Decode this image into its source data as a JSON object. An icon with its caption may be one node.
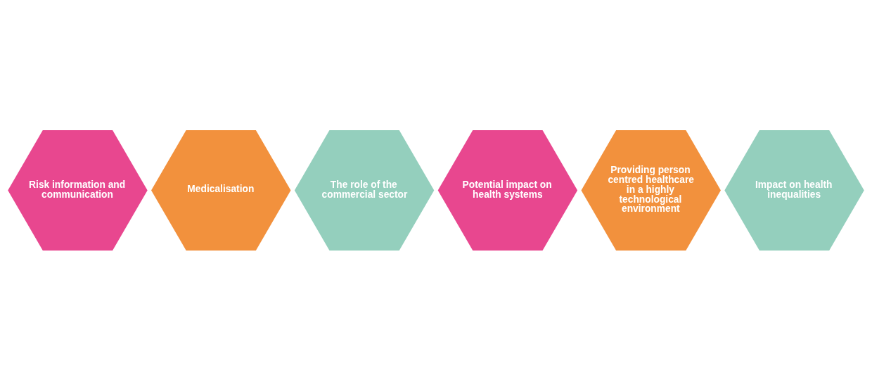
{
  "diagram": {
    "nodes": [
      {
        "text": [
          "Risk information and communication"
        ]
      },
      {
        "text": [
          "Medicalisation"
        ]
      },
      {
        "text": [
          "The role of the commercial sector"
        ]
      },
      {
        "text": [
          "Potential impact on health systems"
        ]
      },
      {
        "text": [
          "Providing person centred healthcare in a highly technological environment"
        ]
      },
      {
        "text": [
          "Impact on health inequalities"
        ]
      }
    ]
  }
}
